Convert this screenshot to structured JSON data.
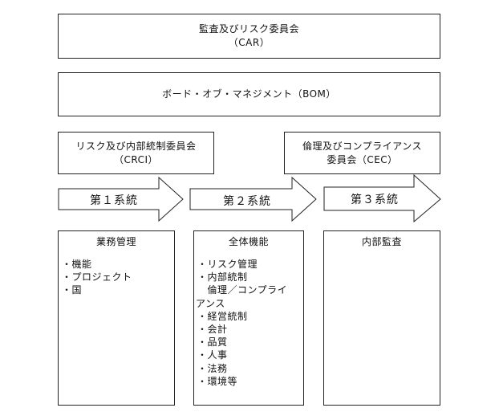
{
  "boxes": {
    "car": {
      "line1": "監査及びリスク委員会",
      "line2": "（CAR）"
    },
    "bom": {
      "line1": "ボード・オブ・マネジメント（BOM）"
    },
    "crci": {
      "line1": "リスク及び内部統制委員会",
      "line2": "（CRCI）"
    },
    "cec": {
      "line1": "倫理及びコンプライアンス",
      "line2": "委員会（CEC）"
    }
  },
  "arrows": [
    "第１系統",
    "第２系統",
    "第３系統"
  ],
  "columns": [
    {
      "title": "業務管理",
      "items": [
        "・機能",
        "・プロジェクト",
        "・国"
      ]
    },
    {
      "title": "全体機能",
      "items": [
        "・リスク管理",
        "・内部統制",
        "　倫理／コンプライ",
        "アンス",
        "・経営統制",
        "・会計",
        "・品質",
        "・人事",
        "・法務",
        "・環境等"
      ]
    },
    {
      "title": "内部監査",
      "items": []
    }
  ]
}
